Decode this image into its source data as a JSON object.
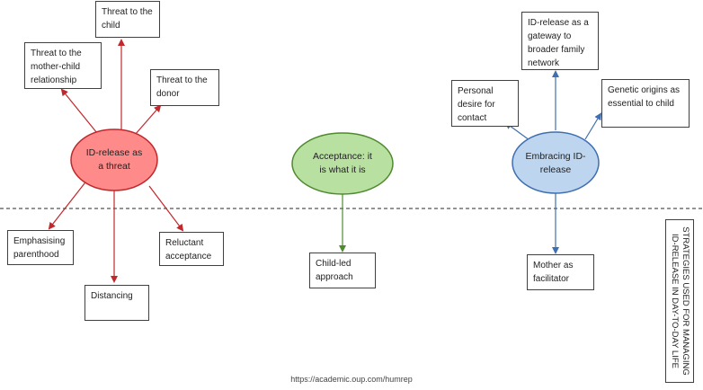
{
  "diagram": {
    "colors": {
      "threat": "#ff8a8a",
      "threat_edge": "#c0282c",
      "acceptance": "#b8e0a0",
      "acceptance_edge": "#4e8a2e",
      "embracing": "#bdd5ee",
      "embracing_edge": "#3f6fb0"
    },
    "central_nodes": {
      "threat": "ID-release as a threat",
      "acceptance": "Acceptance: it is what it is",
      "embracing": "Embracing ID-release"
    },
    "threat_above": {
      "child": "Threat to the child",
      "mother_child": "Threat to the mother-child relationship",
      "donor": "Threat to the donor"
    },
    "threat_below": {
      "emphasising": "Emphasising parenthood",
      "distancing": "Distancing",
      "reluctant": "Reluctant acceptance"
    },
    "acceptance_below": {
      "child_led": "Child-led approach"
    },
    "embracing_above": {
      "gateway": "ID-release as a gateway to broader family network",
      "personal": "Personal desire for contact",
      "genetic": "Genetic origins as essential to child"
    },
    "embracing_below": {
      "facilitator": "Mother as facilitator"
    },
    "side_label": "STRATEGIES USED FOR MANAGING ID-RELEASE IN DAY-TO-DAY LIFE",
    "source": "https://academic.oup.com/humrep"
  }
}
